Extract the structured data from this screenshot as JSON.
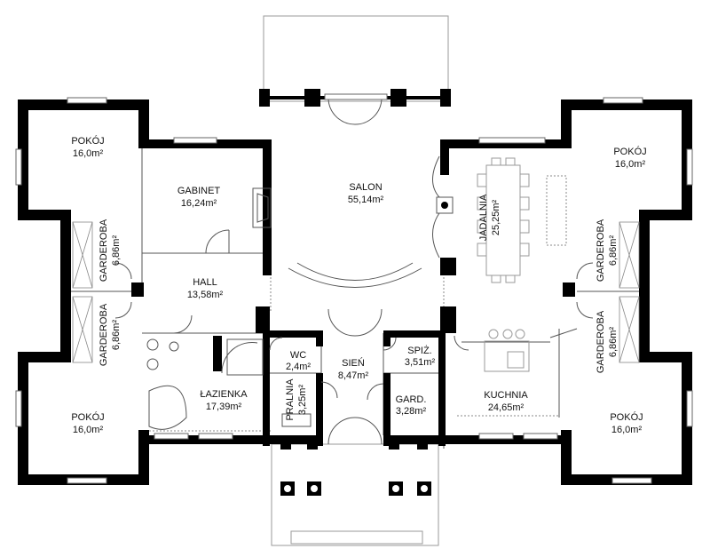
{
  "rooms": [
    {
      "id": "pokoj-nw",
      "name": "POKÓJ",
      "area": "16,0m²"
    },
    {
      "id": "gabinet",
      "name": "GABINET",
      "area": "16,24m²"
    },
    {
      "id": "salon",
      "name": "SALON",
      "area": "55,14m²"
    },
    {
      "id": "jadalnia",
      "name": "JADALNIA",
      "area": "25,25m²"
    },
    {
      "id": "pokoj-ne",
      "name": "POKÓJ",
      "area": "16,0m²"
    },
    {
      "id": "garderoba-w1",
      "name": "GARDEROBA",
      "area": "6,86m²"
    },
    {
      "id": "hall",
      "name": "HALL",
      "area": "13,58m²"
    },
    {
      "id": "garderoba-e1",
      "name": "GARDEROBA",
      "area": "6,86m²"
    },
    {
      "id": "garderoba-w2",
      "name": "GARDEROBA",
      "area": "6,86m²"
    },
    {
      "id": "wc",
      "name": "WC",
      "area": "2,4m²"
    },
    {
      "id": "spiz",
      "name": "SPIŻ.",
      "area": "3,51m²"
    },
    {
      "id": "garderoba-e2",
      "name": "GARDEROBA",
      "area": "6,86m²"
    },
    {
      "id": "sien",
      "name": "SIEŃ",
      "area": "8,47m²"
    },
    {
      "id": "lazienka",
      "name": "ŁAZIENKA",
      "area": "17,39m²"
    },
    {
      "id": "pralnia",
      "name": "PRALNIA",
      "area": "3,25m²"
    },
    {
      "id": "gard",
      "name": "GARD.",
      "area": "3,28m²"
    },
    {
      "id": "kuchnia",
      "name": "KUCHNIA",
      "area": "24,65m²"
    },
    {
      "id": "pokoj-sw",
      "name": "POKÓJ",
      "area": "16,0m²"
    },
    {
      "id": "pokoj-se",
      "name": "POKÓJ",
      "area": "16,0m²"
    }
  ]
}
